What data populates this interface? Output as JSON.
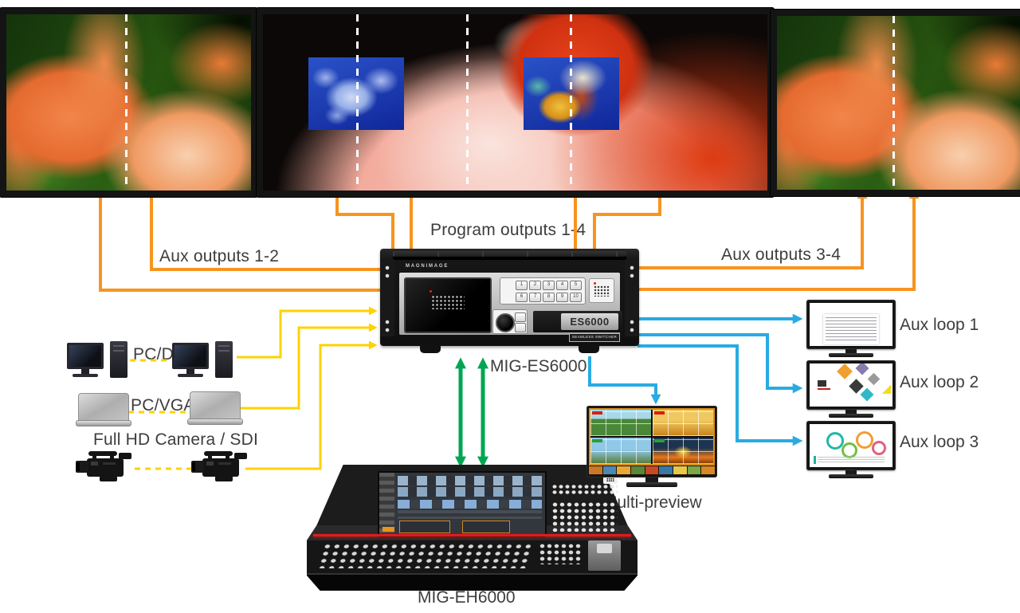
{
  "labels": {
    "aux_outputs_1_2": "Aux outputs 1-2",
    "program_outputs_1_4": "Program outputs 1-4",
    "aux_outputs_3_4": "Aux outputs 3-4"
  },
  "inputs": {
    "pc_dvi": "PC/DVI",
    "pc_vga": "PC/VGA",
    "camera_sdi": "Full HD Camera / SDI"
  },
  "devices": {
    "processor_brand": "MAGNIMAGE",
    "processor_model": "ES6000",
    "processor_badge": "SEAMLESS SWITCHER",
    "processor_caption": "MIG-ES6000",
    "console_caption": "MIG-EH6000",
    "keypad": [
      "1",
      "2",
      "3",
      "4",
      "5",
      "6",
      "7",
      "8",
      "9",
      "10"
    ]
  },
  "outputs": {
    "multi_preview": "Multi-preview",
    "aux_loops": [
      "Aux loop 1",
      "Aux loop 2",
      "Aux loop 3"
    ]
  },
  "colors": {
    "orange": "#F7941E",
    "yellow": "#FFD200",
    "green": "#00A651",
    "blue": "#29ABE2",
    "text": "#3D3D3D"
  }
}
